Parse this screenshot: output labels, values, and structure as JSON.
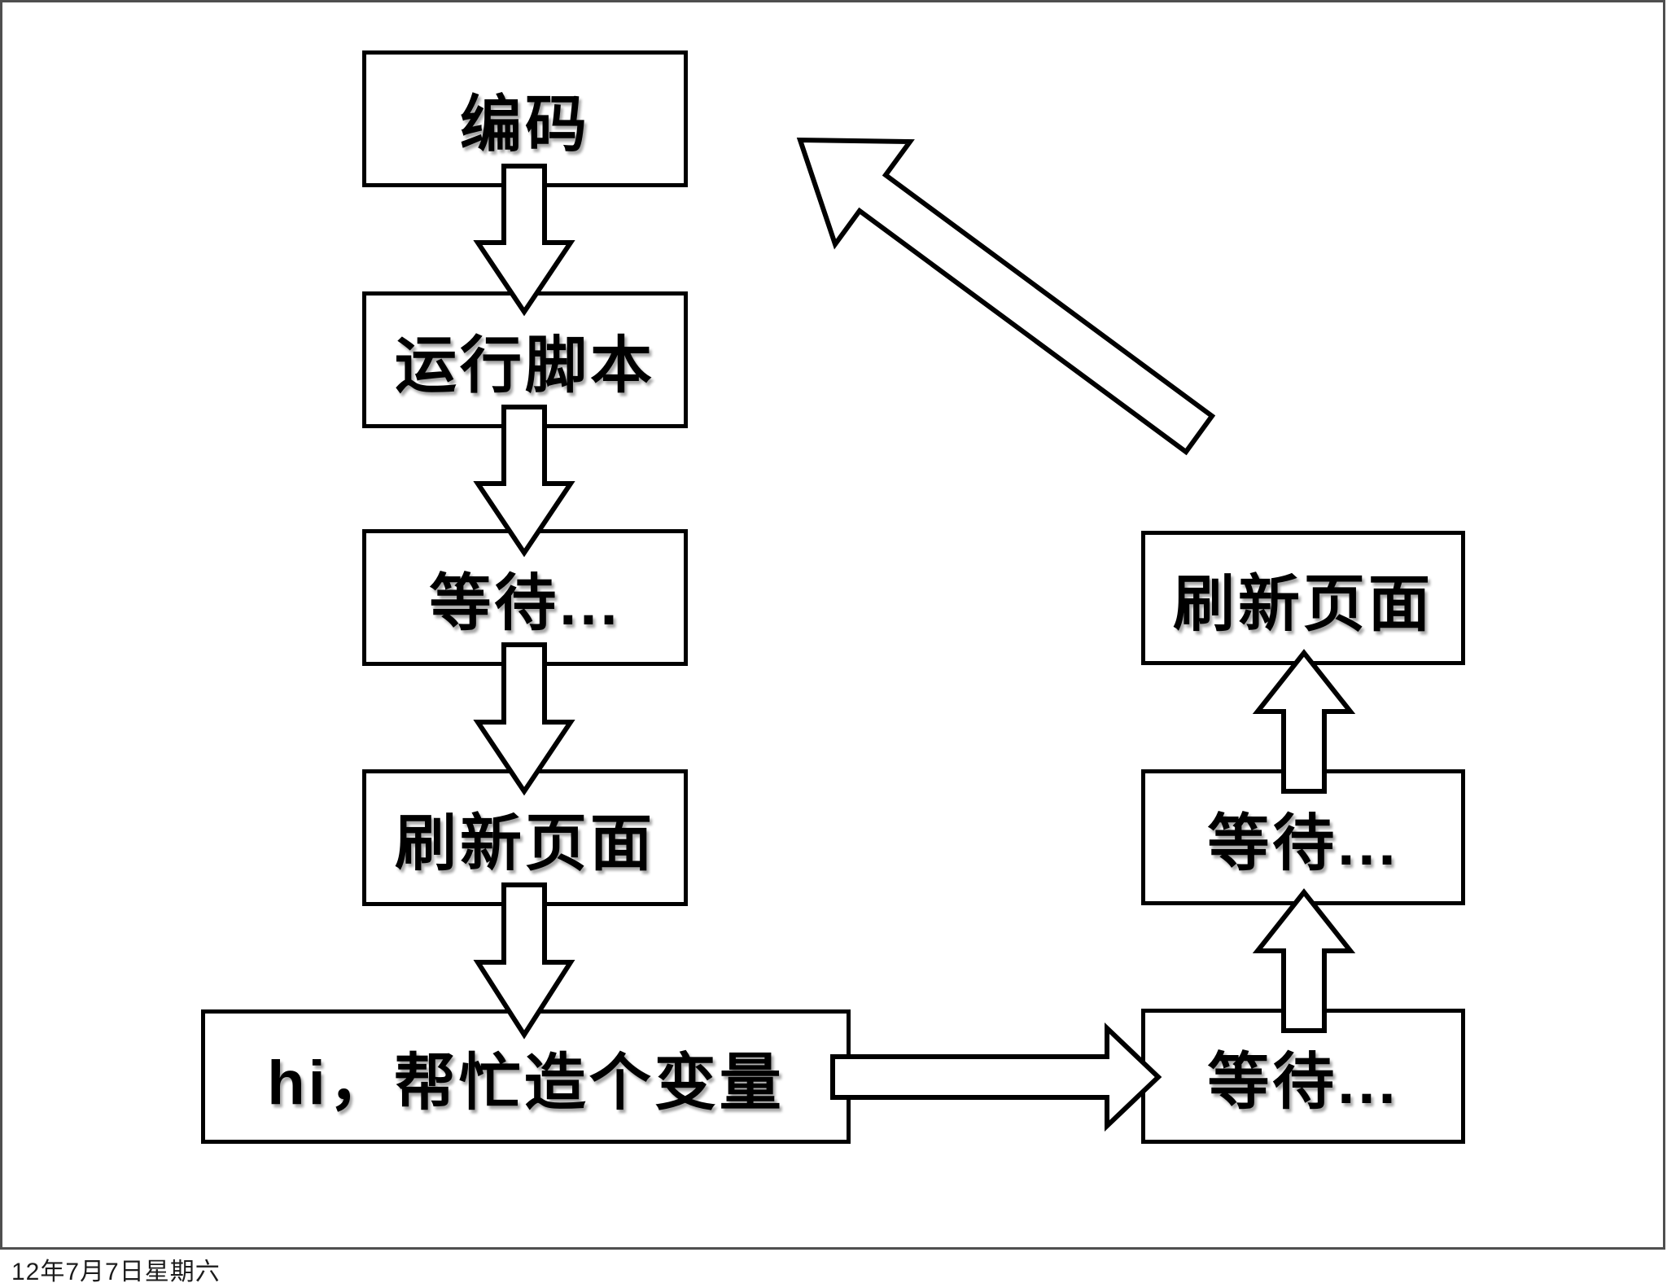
{
  "frame": {
    "border_color": "#4f4f4f",
    "background": "#ffffff"
  },
  "style": {
    "box_border_color": "#000000",
    "box_fill": "#ffffff",
    "text_color": "#000000",
    "arrow_fill": "#ffffff",
    "arrow_outline": "#000000"
  },
  "footer": {
    "date_stamp": "12年7月7日星期六"
  },
  "boxes": {
    "code": {
      "label": "编码"
    },
    "run_script": {
      "label": "运行脚本"
    },
    "wait_left": {
      "label": "等待..."
    },
    "refresh_left": {
      "label": "刷新页面"
    },
    "request_variable": {
      "label": "hi，帮忙造个变量"
    },
    "wait_bottom_right": {
      "label": "等待..."
    },
    "wait_middle_right": {
      "label": "等待..."
    },
    "refresh_right": {
      "label": "刷新页面"
    }
  },
  "arrows": [
    {
      "name": "down-arrow-1",
      "from": "code",
      "to": "run_script",
      "direction": "down"
    },
    {
      "name": "down-arrow-2",
      "from": "run_script",
      "to": "wait_left",
      "direction": "down"
    },
    {
      "name": "down-arrow-3",
      "from": "wait_left",
      "to": "refresh_left",
      "direction": "down"
    },
    {
      "name": "down-arrow-4",
      "from": "refresh_left",
      "to": "request_variable",
      "direction": "down"
    },
    {
      "name": "right-arrow",
      "from": "request_variable",
      "to": "wait_bottom_right",
      "direction": "right"
    },
    {
      "name": "up-arrow-1",
      "from": "wait_bottom_right",
      "to": "wait_middle_right",
      "direction": "up"
    },
    {
      "name": "up-arrow-2",
      "from": "wait_middle_right",
      "to": "refresh_right",
      "direction": "up"
    },
    {
      "name": "return-arrow",
      "from": "refresh_right",
      "to": "code",
      "direction": "up-left-diagonal"
    }
  ]
}
